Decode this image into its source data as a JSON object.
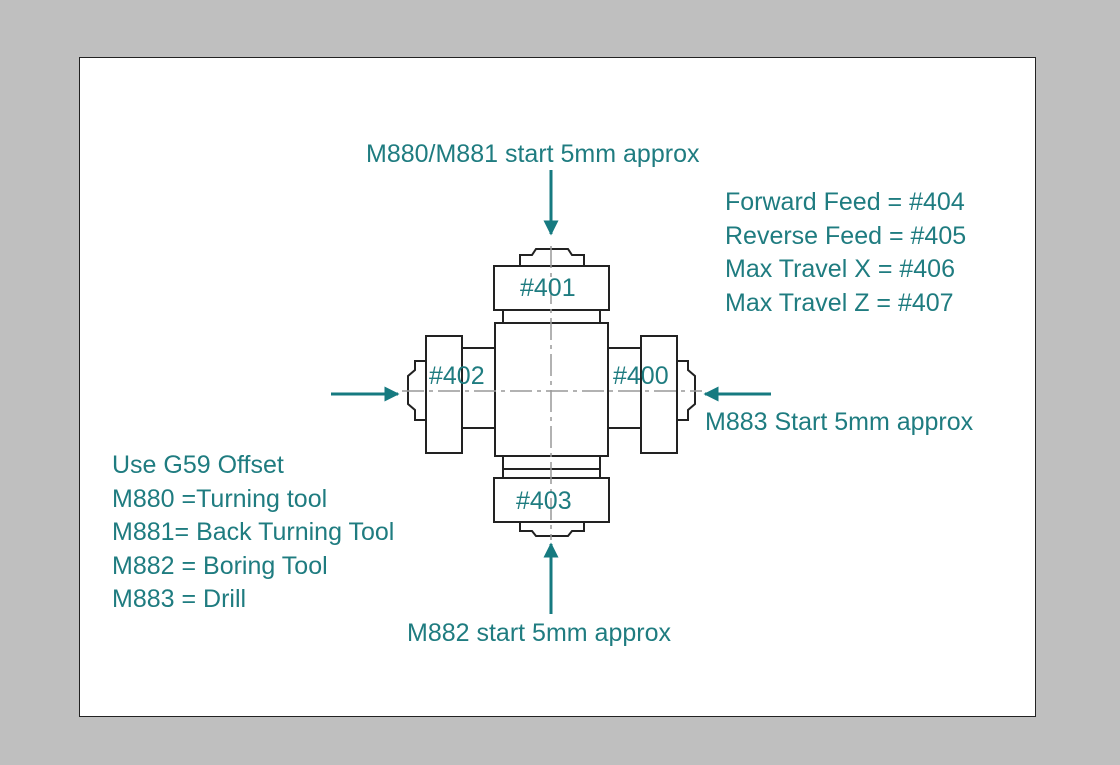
{
  "colors": {
    "frame_background": "#bfbfbf",
    "canvas_background": "#ffffff",
    "teal_text": "#1f7c80",
    "arrow": "#167a80",
    "outline": "#222222",
    "centerline": "#999999"
  },
  "arrows": {
    "top": {
      "label": "M880/M881 start 5mm approx"
    },
    "right": {
      "label": "M883 Start 5mm approx"
    },
    "bottom": {
      "label": "M882 start 5mm approx"
    },
    "left": {
      "label": ""
    }
  },
  "turret": {
    "pos_top": "#401",
    "pos_left": "#402",
    "pos_right": "#400",
    "pos_bottom": "#403"
  },
  "params": [
    "Forward Feed = #404",
    "Reverse Feed = #405",
    "Max Travel X = #406",
    "Max Travel Z = #407"
  ],
  "legend": [
    "Use G59 Offset",
    "M880 =Turning tool",
    "M881= Back Turning Tool",
    "M882 = Boring Tool",
    "M883 = Drill"
  ]
}
